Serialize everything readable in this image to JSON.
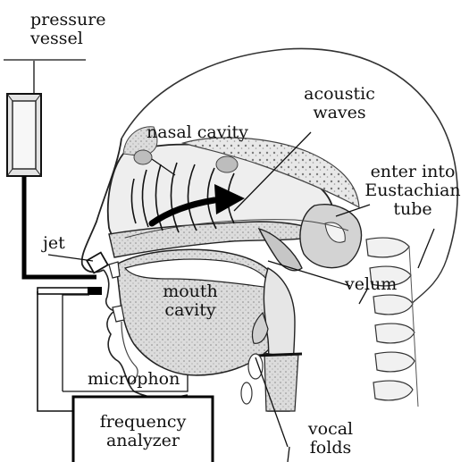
{
  "labels": {
    "pressure_vessel": [
      "pressure",
      "vessel"
    ],
    "nasal_cavity": "nasal cavity",
    "acoustic_waves": [
      "acoustic",
      "waves"
    ],
    "eustachian": [
      "enter into",
      "Eustachian",
      "tube"
    ],
    "jet": "jet",
    "mouth_cavity": [
      "mouth",
      "cavity"
    ],
    "velum": "velum",
    "microphon": "microphon",
    "frequency_analyzer": [
      "frequency",
      "analyzer"
    ],
    "vocal_folds": [
      "vocal",
      "folds"
    ]
  },
  "colors": {
    "line": "#111111",
    "tissue": "#d9d9d9",
    "tissue_dark": "#b8b8b8",
    "cavity_fill": "#efefef",
    "vessel_fill": "#e6e6e6"
  }
}
